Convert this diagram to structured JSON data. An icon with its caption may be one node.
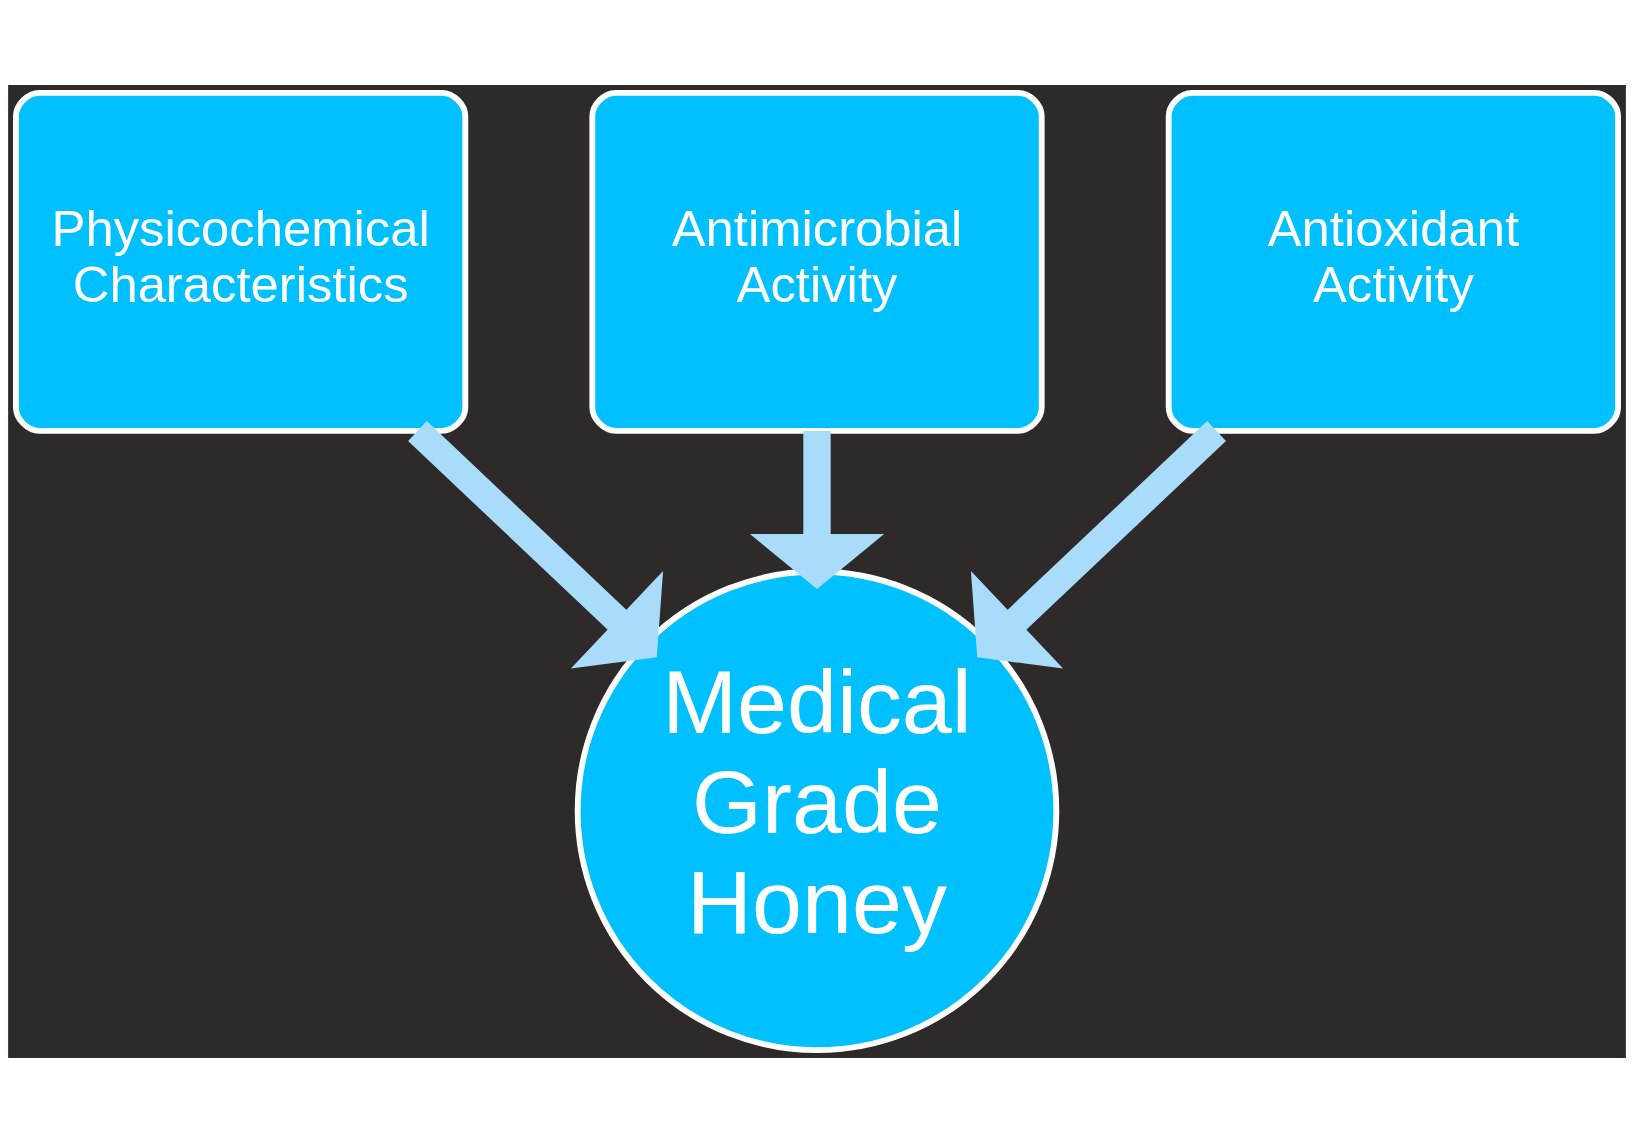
{
  "diagram": {
    "nodes": [
      {
        "text": [
          "Antimicrobial Activity"
        ]
      },
      {
        "text": [
          "Physicochemical Characteristics"
        ]
      },
      {
        "text": [
          "Antioxidant Activity"
        ]
      },
      {
        "text": [
          "Medical Grade Honey"
        ]
      }
    ],
    "edges": [
      {
        "from": 0,
        "to": 3,
        "arrow": "to"
      },
      {
        "from": 1,
        "to": 3,
        "arrow": "to"
      },
      {
        "from": 2,
        "to": 3,
        "arrow": "to"
      }
    ]
  }
}
